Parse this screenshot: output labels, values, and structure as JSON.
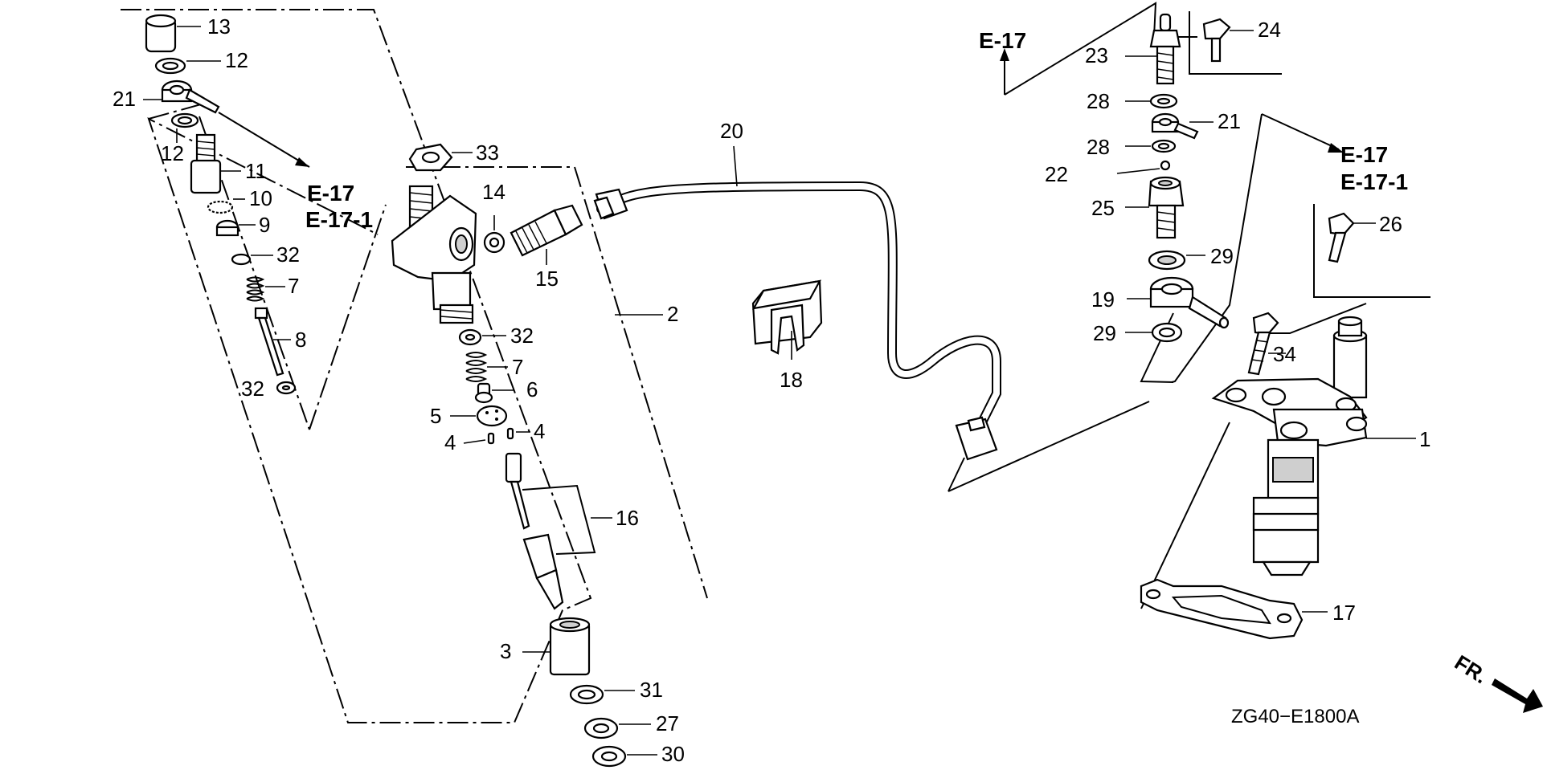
{
  "diagram_code": "ZG40−E1800A",
  "front_indicator": "FR.",
  "refs": {
    "e17": "E-17",
    "e17_1": "E-17-1"
  },
  "parts": {
    "p1": "1",
    "p2": "2",
    "p3": "3",
    "p4": "4",
    "p5": "5",
    "p6": "6",
    "p7": "7",
    "p8": "8",
    "p9": "9",
    "p10": "10",
    "p11": "11",
    "p12": "12",
    "p13": "13",
    "p14": "14",
    "p15": "15",
    "p16": "16",
    "p17": "17",
    "p18": "18",
    "p19": "19",
    "p20": "20",
    "p21": "21",
    "p22": "22",
    "p23": "23",
    "p24": "24",
    "p25": "25",
    "p26": "26",
    "p27": "27",
    "p28": "28",
    "p29": "29",
    "p30": "30",
    "p31": "31",
    "p32": "32",
    "p33": "33",
    "p34": "34"
  }
}
